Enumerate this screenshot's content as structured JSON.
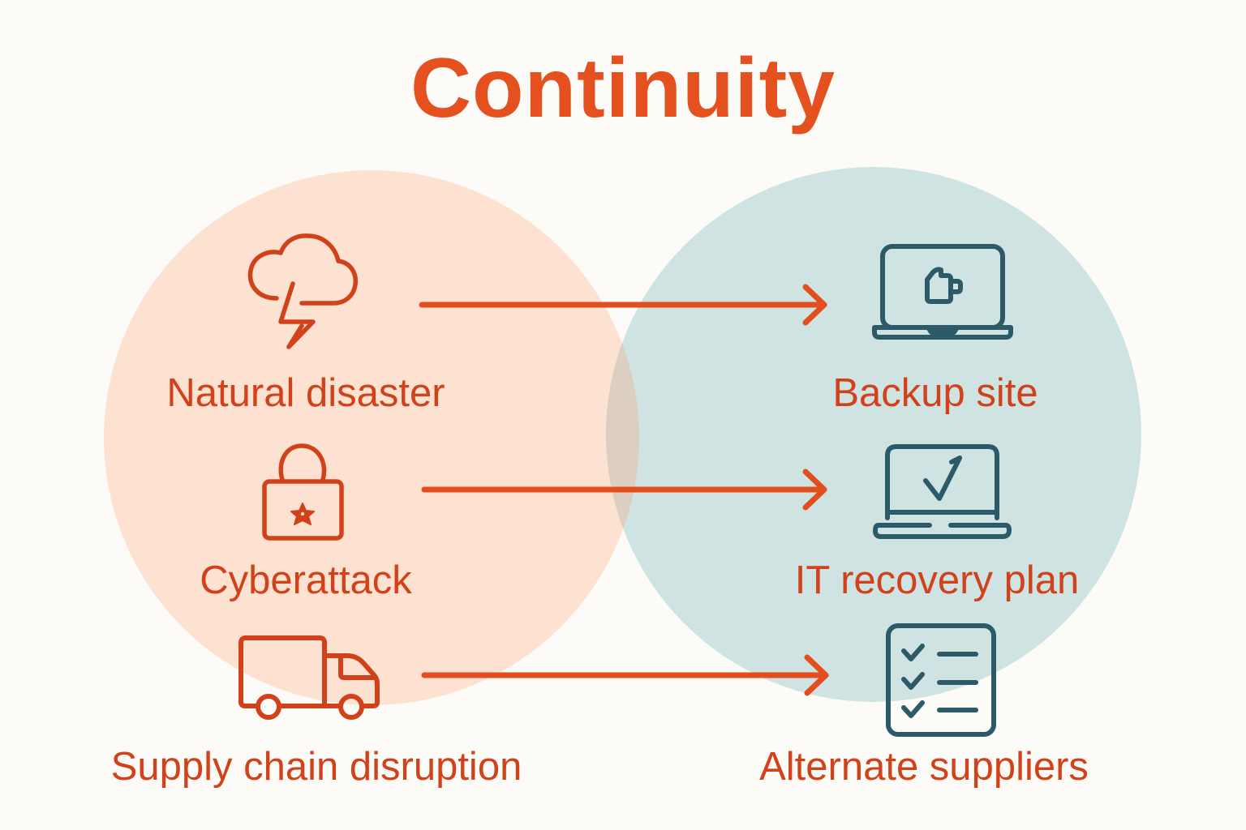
{
  "title": "Continuity",
  "colors": {
    "background": "#fcfbf8",
    "title": "#e4511f",
    "risk_circle": "#fde1d1",
    "mitigation_circle": "#cfe3e2",
    "overlap": "#dccfc2",
    "arrow": "#e24e1d",
    "risk_icon": "#d2421a",
    "mitigation_icon": "#2d5a68",
    "label": "#d2421a"
  },
  "risks": [
    {
      "label": "Natural disaster",
      "icon": "storm-cloud-icon"
    },
    {
      "label": "Cyberattack",
      "icon": "padlock-icon"
    },
    {
      "label": "Supply chain disruption",
      "icon": "delivery-truck-icon"
    }
  ],
  "mitigations": [
    {
      "label": "Backup site",
      "icon": "laptop-mug-icon"
    },
    {
      "label": "IT recovery plan",
      "icon": "laptop-check-icon"
    },
    {
      "label": "Alternate suppliers",
      "icon": "checklist-icon"
    }
  ],
  "connections": [
    {
      "from": "Natural disaster",
      "to": "Backup site"
    },
    {
      "from": "Cyberattack",
      "to": "IT recovery plan"
    },
    {
      "from": "Supply chain disruption",
      "to": "Alternate suppliers"
    }
  ]
}
